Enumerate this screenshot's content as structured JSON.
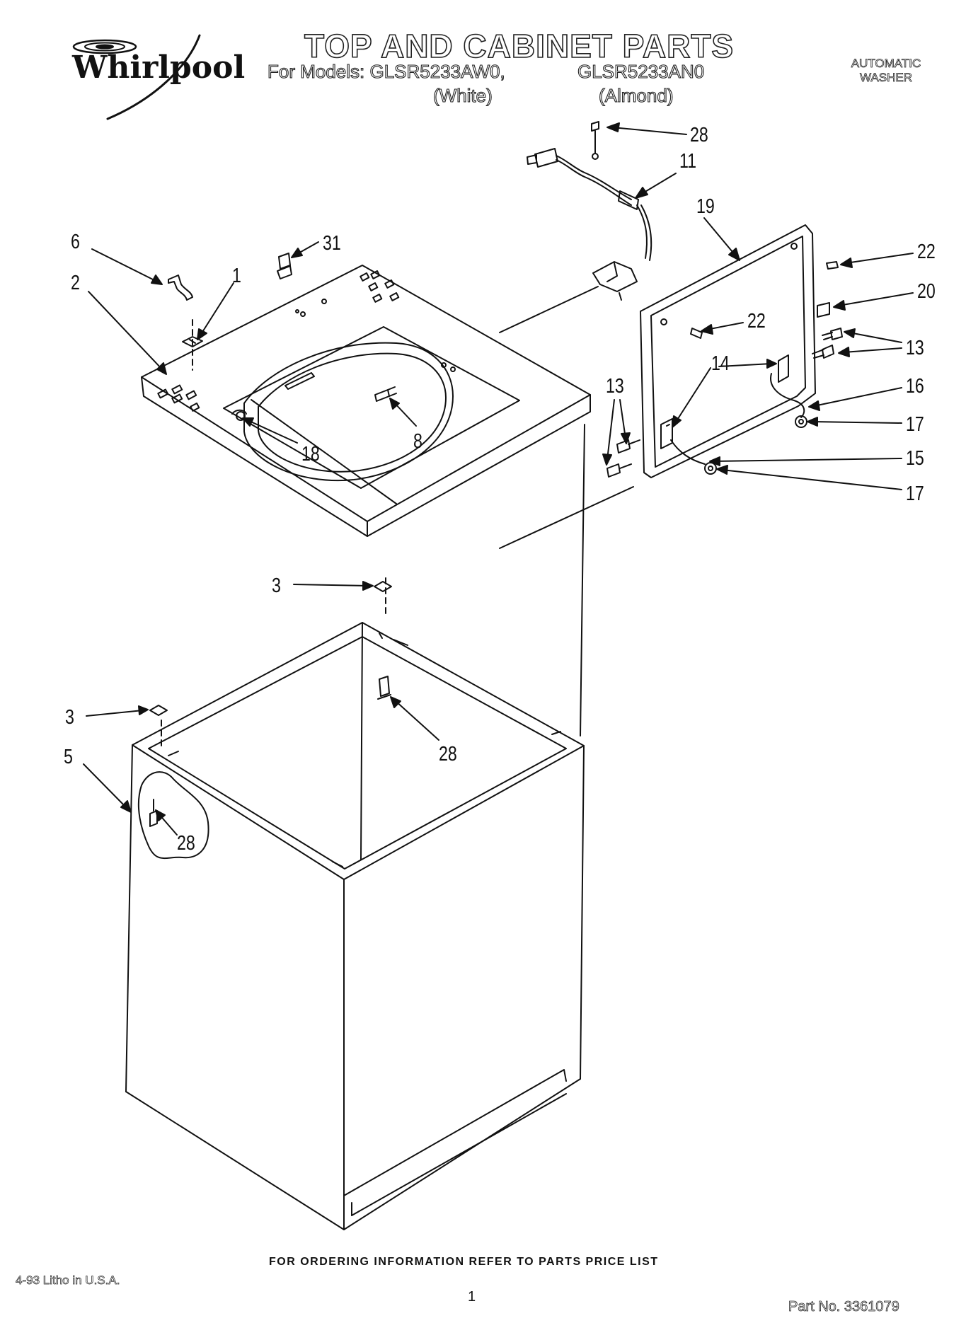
{
  "header": {
    "brand": "Whirlpool",
    "title": "TOP AND CABINET PARTS",
    "models_prefix": "For Models: GLSR5233AW0,",
    "model_2": "GLSR5233AN0",
    "variant_1": "(White)",
    "variant_2": "(Almond)",
    "product_type_line1": "AUTOMATIC",
    "product_type_line2": "WASHER"
  },
  "callouts": {
    "c28_top": "28",
    "c11": "11",
    "c19": "19",
    "c22_a": "22",
    "c20": "20",
    "c22_b": "22",
    "c13_a": "13",
    "c14": "14",
    "c16": "16",
    "c13_b": "13",
    "c17_a": "17",
    "c15": "15",
    "c17_b": "17",
    "c6": "6",
    "c31": "31",
    "c1": "1",
    "c2": "2",
    "c18": "18",
    "c8": "8",
    "c3_a": "3",
    "c3_b": "3",
    "c28_mid": "28",
    "c5": "5",
    "c28_low": "28"
  },
  "footer": {
    "ordering_note": "FOR ORDERING INFORMATION REFER TO PARTS PRICE LIST",
    "litho": "4-93 Litho in U.S.A.",
    "page_number": "1",
    "part_number": "Part No. 3361079"
  }
}
